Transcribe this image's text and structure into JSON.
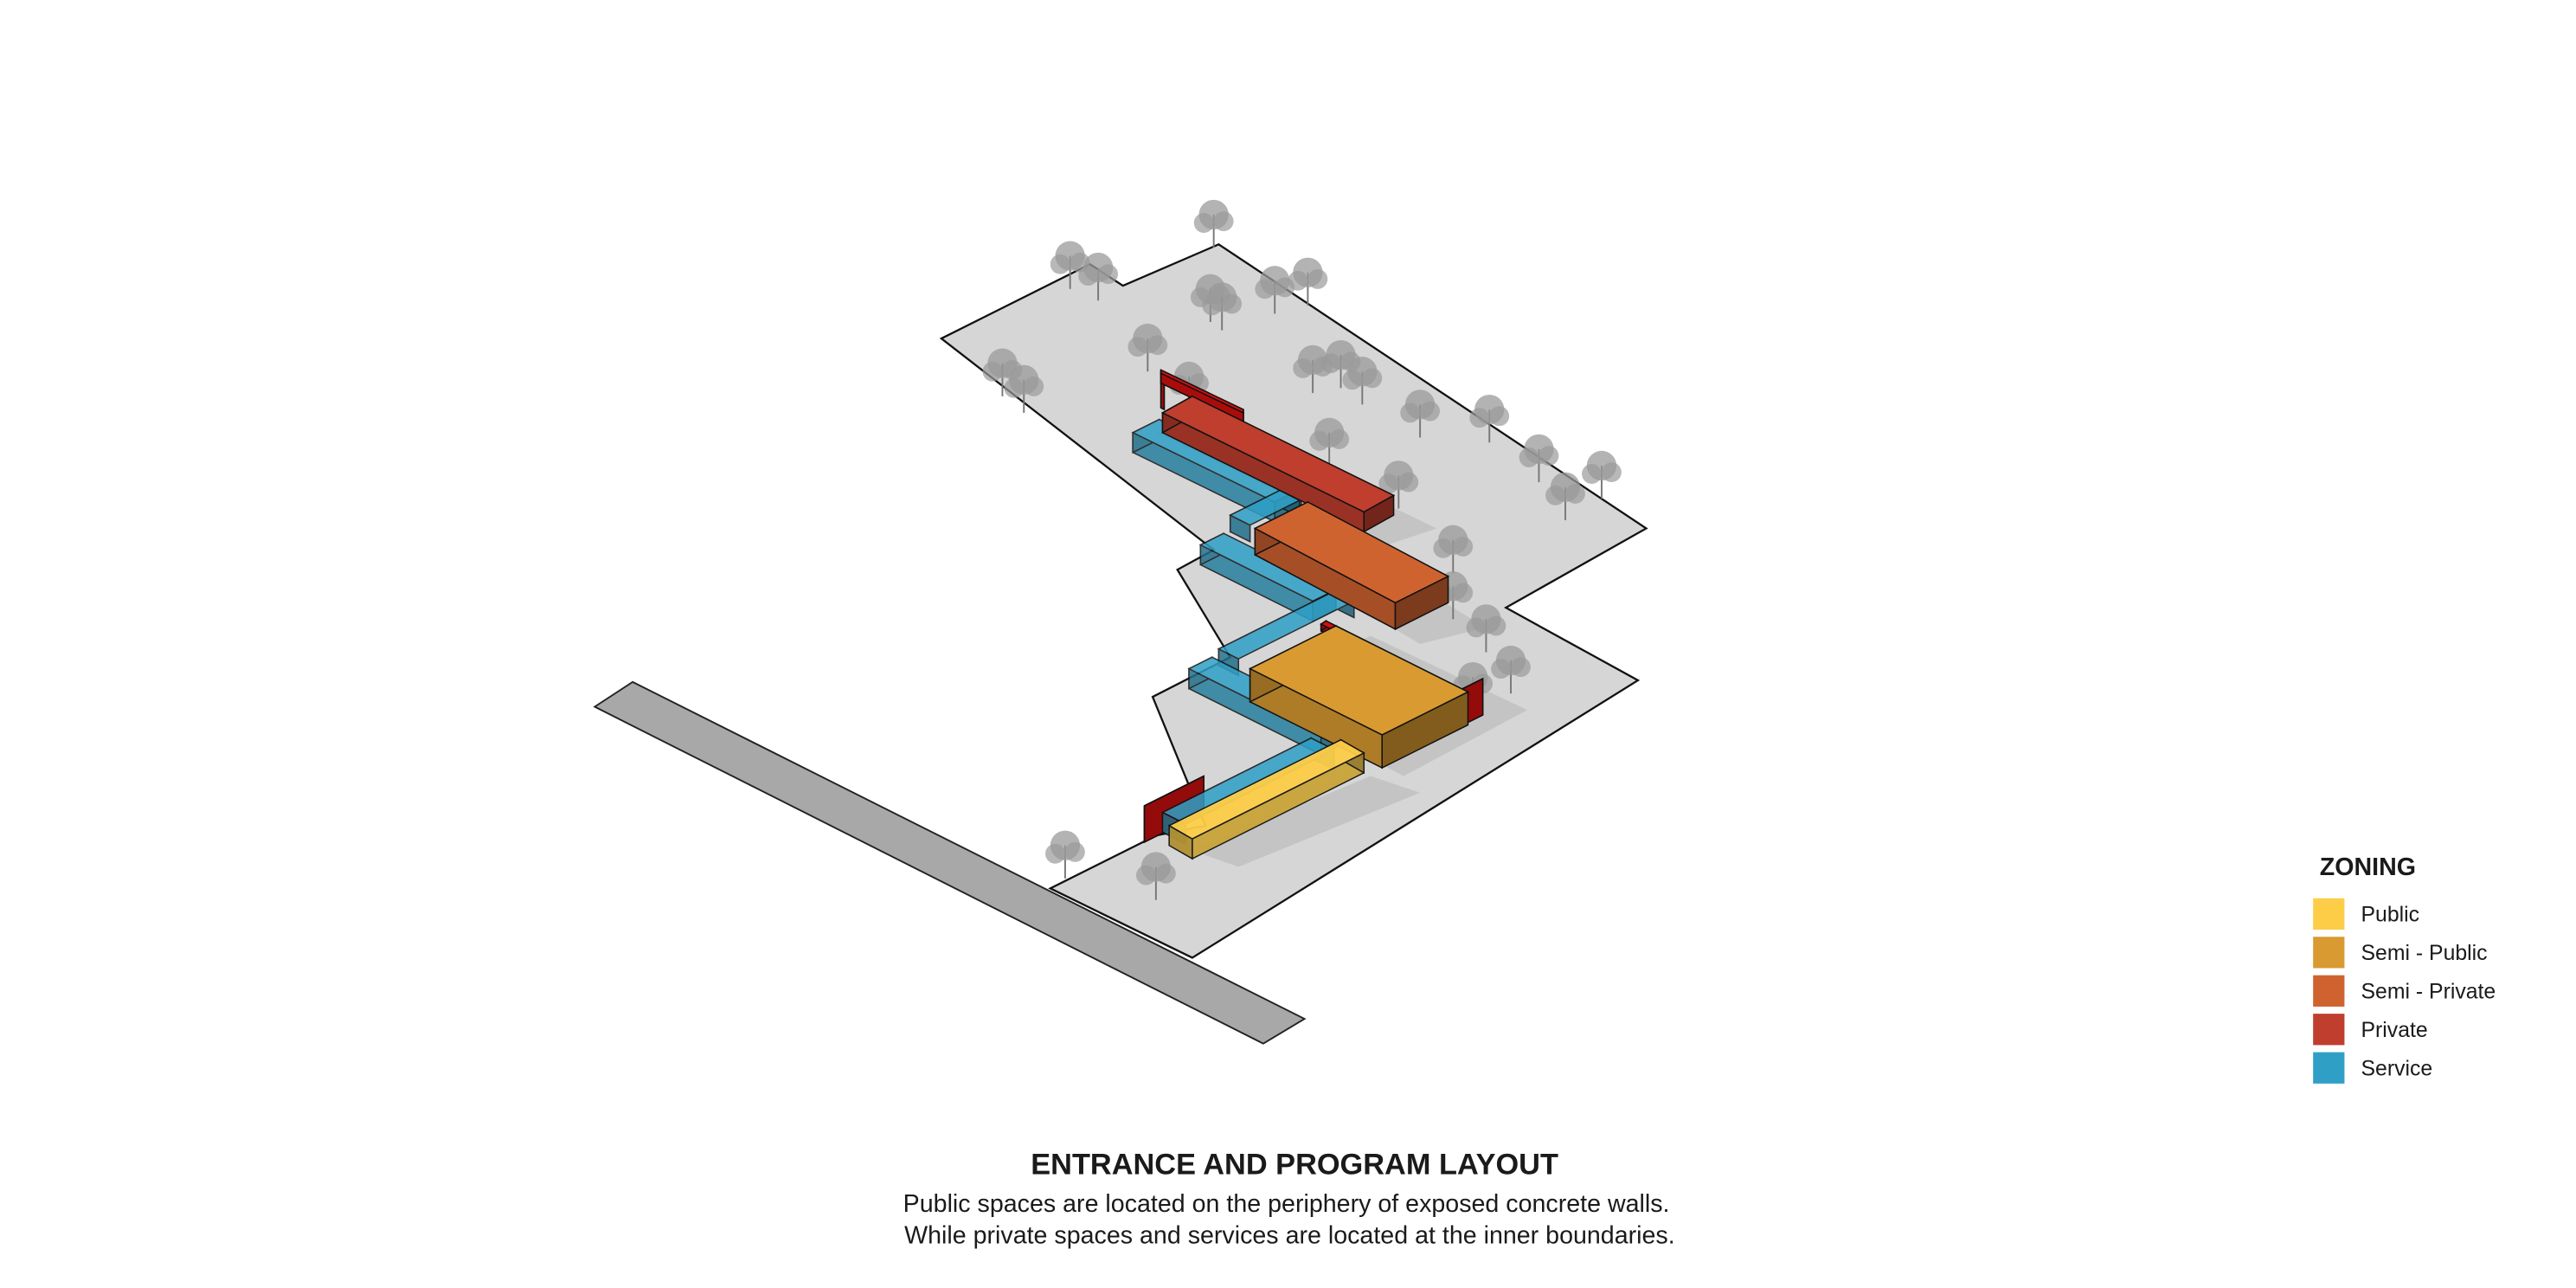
{
  "legend": {
    "title": "ZONING",
    "items": [
      {
        "label": "Public",
        "color": "#fdcd48"
      },
      {
        "label": "Semi - Public",
        "color": "#d99a31"
      },
      {
        "label": "Semi - Private",
        "color": "#cf6330"
      },
      {
        "label": "Private",
        "color": "#bf3e2e"
      },
      {
        "label": "Service",
        "color": "#2f9fc6"
      }
    ]
  },
  "caption": {
    "title": "ENTRANCE AND PROGRAM LAYOUT",
    "line1": "Public spaces are located on the periphery  of exposed concrete walls.",
    "line2": "While private spaces and services are located at the inner boundaries."
  },
  "colors": {
    "site": "#d6d6d6",
    "road": "#a8a8a8",
    "tree": "#9a9a9a",
    "wall": "#d40f0f"
  }
}
